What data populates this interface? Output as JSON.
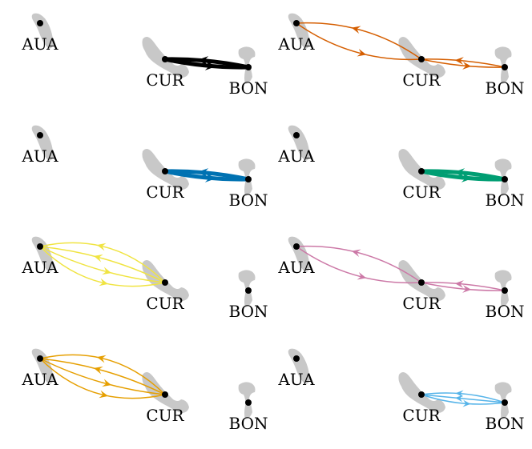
{
  "airports": {
    "aua": "AUA",
    "cur": "CUR",
    "bon": "BON"
  },
  "panels": [
    {
      "id": "black",
      "color": "#000000"
    },
    {
      "id": "orange",
      "color": "#d55e00"
    },
    {
      "id": "blue",
      "color": "#0072b2"
    },
    {
      "id": "green",
      "color": "#009e73"
    },
    {
      "id": "yellow",
      "color": "#f0e442"
    },
    {
      "id": "pink",
      "color": "#cc79a7"
    },
    {
      "id": "amber",
      "color": "#e69f00"
    },
    {
      "id": "skyblue",
      "color": "#56b4e9"
    }
  ],
  "island_color": "#c8c8c8"
}
